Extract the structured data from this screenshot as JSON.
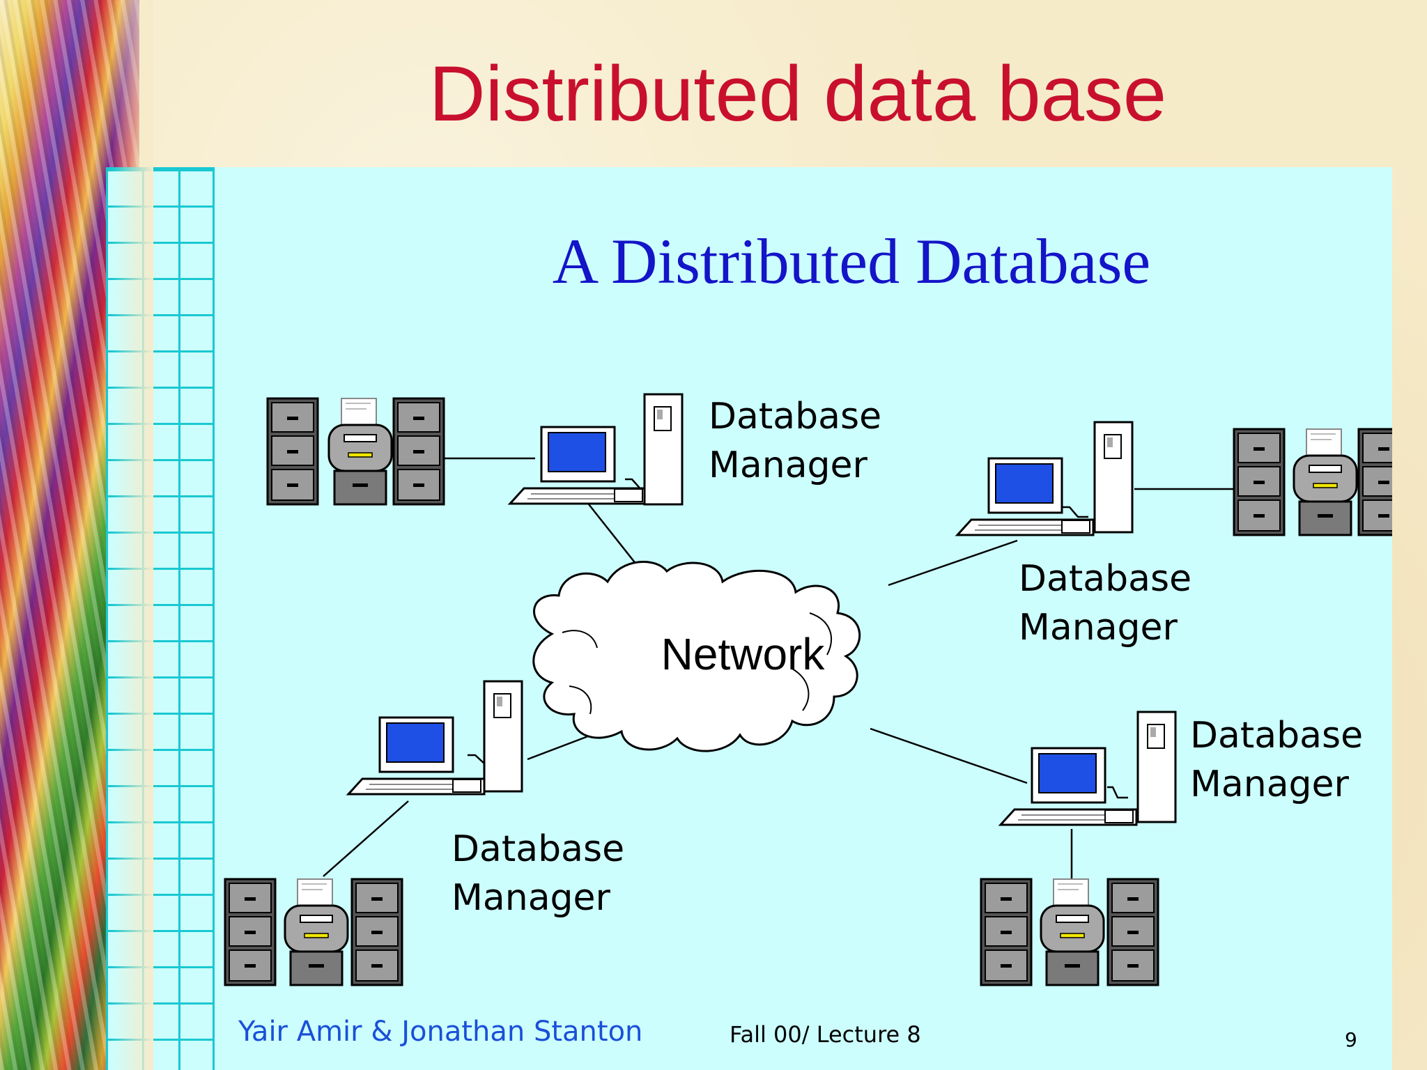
{
  "slide": {
    "title": "Distributed data base",
    "diagram_title": "A Distributed Database"
  },
  "diagram": {
    "cloud_label": "Network",
    "nodes": [
      {
        "label_line1": "Database",
        "label_line2": "Manager"
      },
      {
        "label_line1": "Database",
        "label_line2": "Manager"
      },
      {
        "label_line1": "Database",
        "label_line2": "Manager"
      },
      {
        "label_line1": "Database",
        "label_line2": "Manager"
      }
    ]
  },
  "footer": {
    "authors": "Yair Amir & Jonathan Stanton",
    "course": "Fall 00/ Lecture 8",
    "page_number": "9"
  },
  "colors": {
    "title": "#c8102e",
    "diagram_title": "#1414c8",
    "panel_background": "#ccfefe",
    "grid_lines": "#19c8d2",
    "screen_blue": "#1e50e6"
  },
  "icons": [
    "computer-icon",
    "tower-icon",
    "file-cabinet-icon",
    "printer-icon",
    "cloud-icon"
  ]
}
